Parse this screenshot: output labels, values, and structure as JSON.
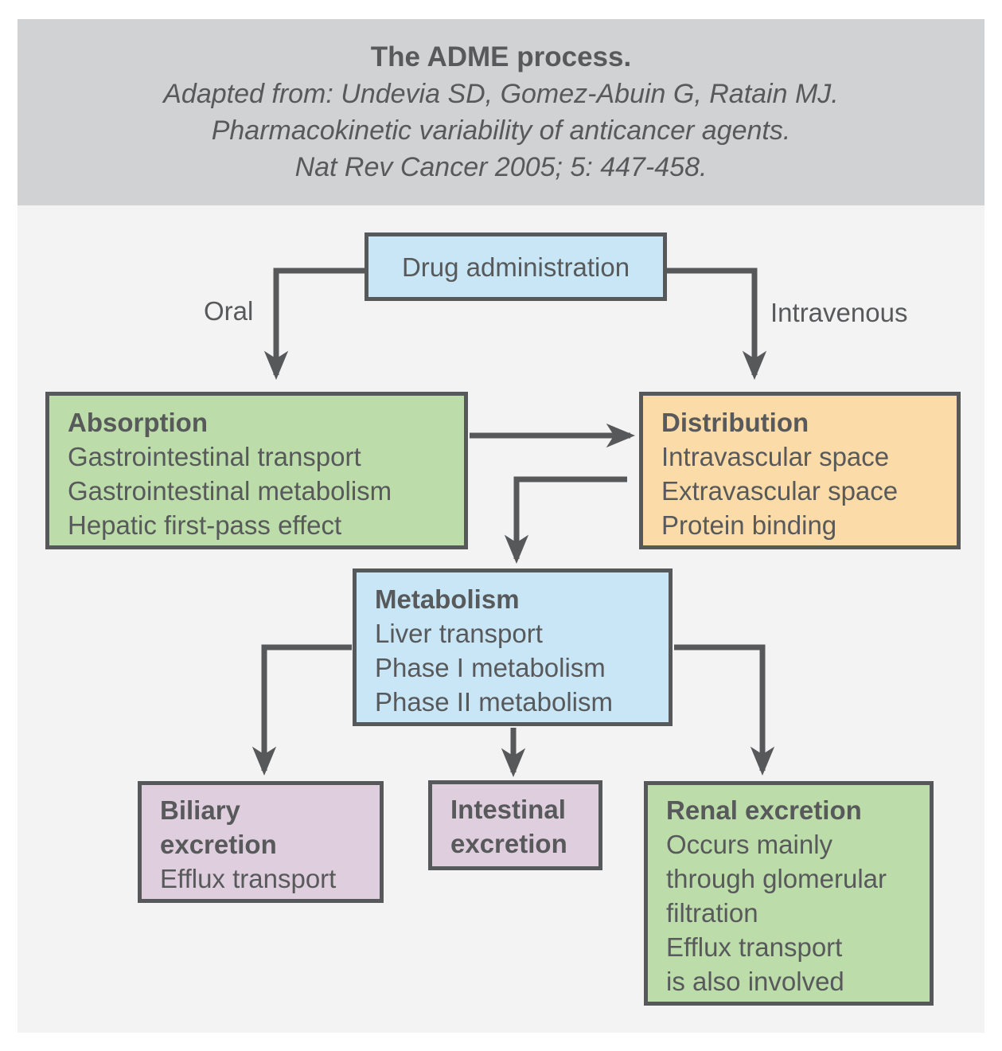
{
  "header": {
    "title": "The ADME process.",
    "citation_lines": [
      "Adapted from: Undevia SD, Gomez-Abuin G, Ratain MJ.",
      "Pharmacokinetic variability of anticancer agents.",
      "Nat Rev Cancer 2005; 5: 447-458."
    ]
  },
  "edges": {
    "oral_label": "Oral",
    "intravenous_label": "Intravenous"
  },
  "nodes": {
    "drug_administration": {
      "label": "Drug administration"
    },
    "absorption": {
      "title": "Absorption",
      "lines": [
        "Gastrointestinal transport",
        "Gastrointestinal metabolism",
        "Hepatic first-pass effect"
      ]
    },
    "distribution": {
      "title": "Distribution",
      "lines": [
        "Intravascular space",
        "Extravascular space",
        "Protein binding"
      ]
    },
    "metabolism": {
      "title": "Metabolism",
      "lines": [
        "Liver transport",
        "Phase I metabolism",
        "Phase II metabolism"
      ]
    },
    "biliary_excretion": {
      "title_lines": [
        "Biliary",
        "excretion"
      ],
      "lines": [
        "Efflux transport"
      ]
    },
    "intestinal_excretion": {
      "title_lines": [
        "Intestinal",
        "excretion"
      ]
    },
    "renal_excretion": {
      "title": "Renal excretion",
      "lines": [
        "Occurs mainly",
        "through glomerular",
        "filtration",
        "Efflux transport",
        "is also involved"
      ]
    }
  },
  "colors": {
    "header_bg": "#d1d2d4",
    "canvas_bg": "#f3f3f4",
    "box_blue": "#c8e6f6",
    "box_green": "#bcdcaa",
    "box_orange": "#fbdba7",
    "box_pink": "#decede",
    "stroke": "#57585a",
    "text": "#58595b"
  }
}
